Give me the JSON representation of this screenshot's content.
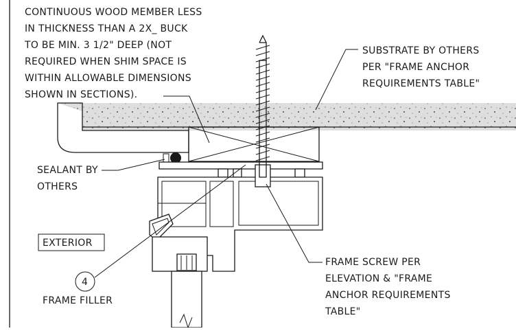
{
  "notes": {
    "wood_member": [
      "CONTINUOUS WOOD MEMBER LESS",
      "IN THICKNESS THAN A 2X_ BUCK",
      "TO BE MIN. 3 1/2\" DEEP (NOT",
      "REQUIRED WHEN SHIM SPACE IS",
      "WITHIN ALLOWABLE DIMENSIONS",
      "SHOWN IN SECTIONS)."
    ],
    "substrate": [
      "SUBSTRATE BY OTHERS",
      "PER \"FRAME ANCHOR",
      "REQUIREMENTS TABLE\""
    ],
    "sealant": [
      "SEALANT BY",
      "OTHERS"
    ],
    "exterior": "EXTERIOR",
    "callout_number": "4",
    "frame_filler": "FRAME FILLER",
    "frame_screw": [
      "FRAME SCREW PER",
      "ELEVATION & \"FRAME",
      "ANCHOR REQUIREMENTS",
      "TABLE\""
    ]
  }
}
